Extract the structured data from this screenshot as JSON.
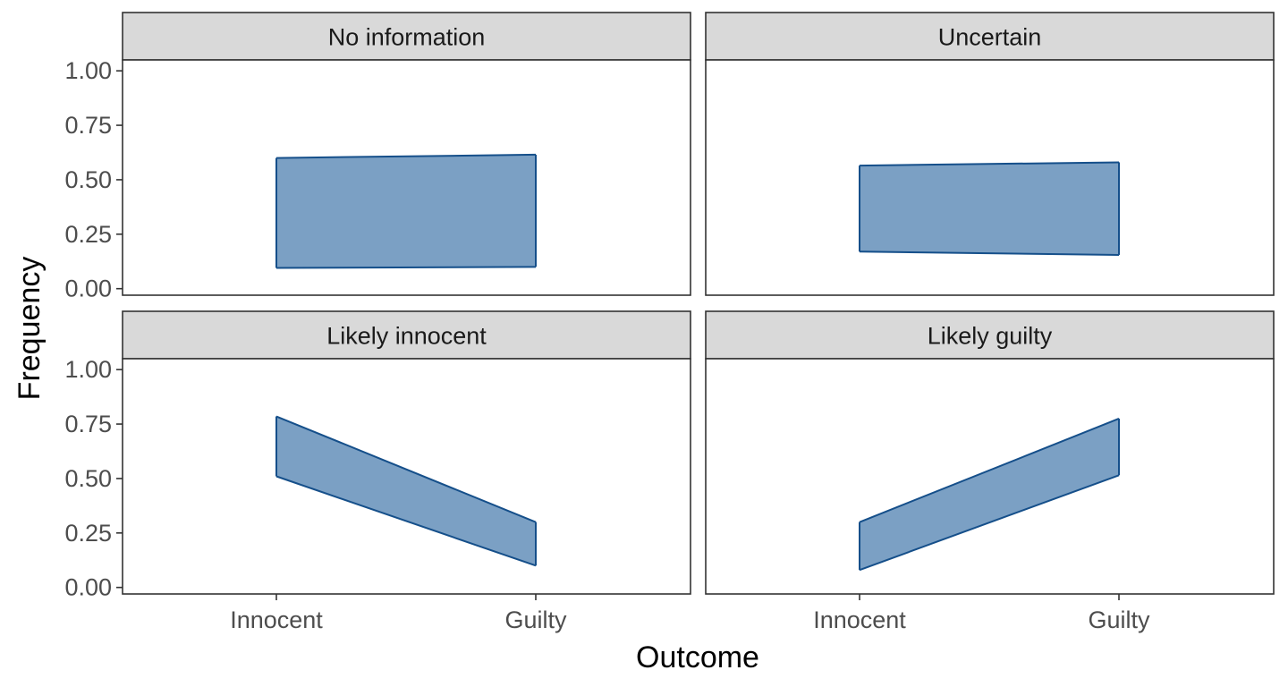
{
  "chart_data": {
    "type": "area",
    "xlabel": "Outcome",
    "ylabel": "Frequency",
    "categories": [
      "Innocent",
      "Guilty"
    ],
    "ylim": [
      -0.03,
      1.05
    ],
    "yticks": [
      0,
      0.25,
      0.5,
      0.75,
      1
    ],
    "ytick_labels": [
      "0.00",
      "0.25",
      "0.50",
      "0.75",
      "1.00"
    ],
    "grid": false,
    "fill_color": "#7ba0c4",
    "line_color": "#154f8a",
    "strip_color": "#d9d9d9",
    "panels": [
      {
        "title": "No information",
        "upper": [
          0.6,
          0.615
        ],
        "lower": [
          0.095,
          0.1
        ]
      },
      {
        "title": "Uncertain",
        "upper": [
          0.565,
          0.58
        ],
        "lower": [
          0.17,
          0.155
        ]
      },
      {
        "title": "Likely innocent",
        "upper": [
          0.785,
          0.3
        ],
        "lower": [
          0.51,
          0.1
        ]
      },
      {
        "title": "Likely guilty",
        "upper": [
          0.3,
          0.775
        ],
        "lower": [
          0.08,
          0.515
        ]
      }
    ]
  }
}
